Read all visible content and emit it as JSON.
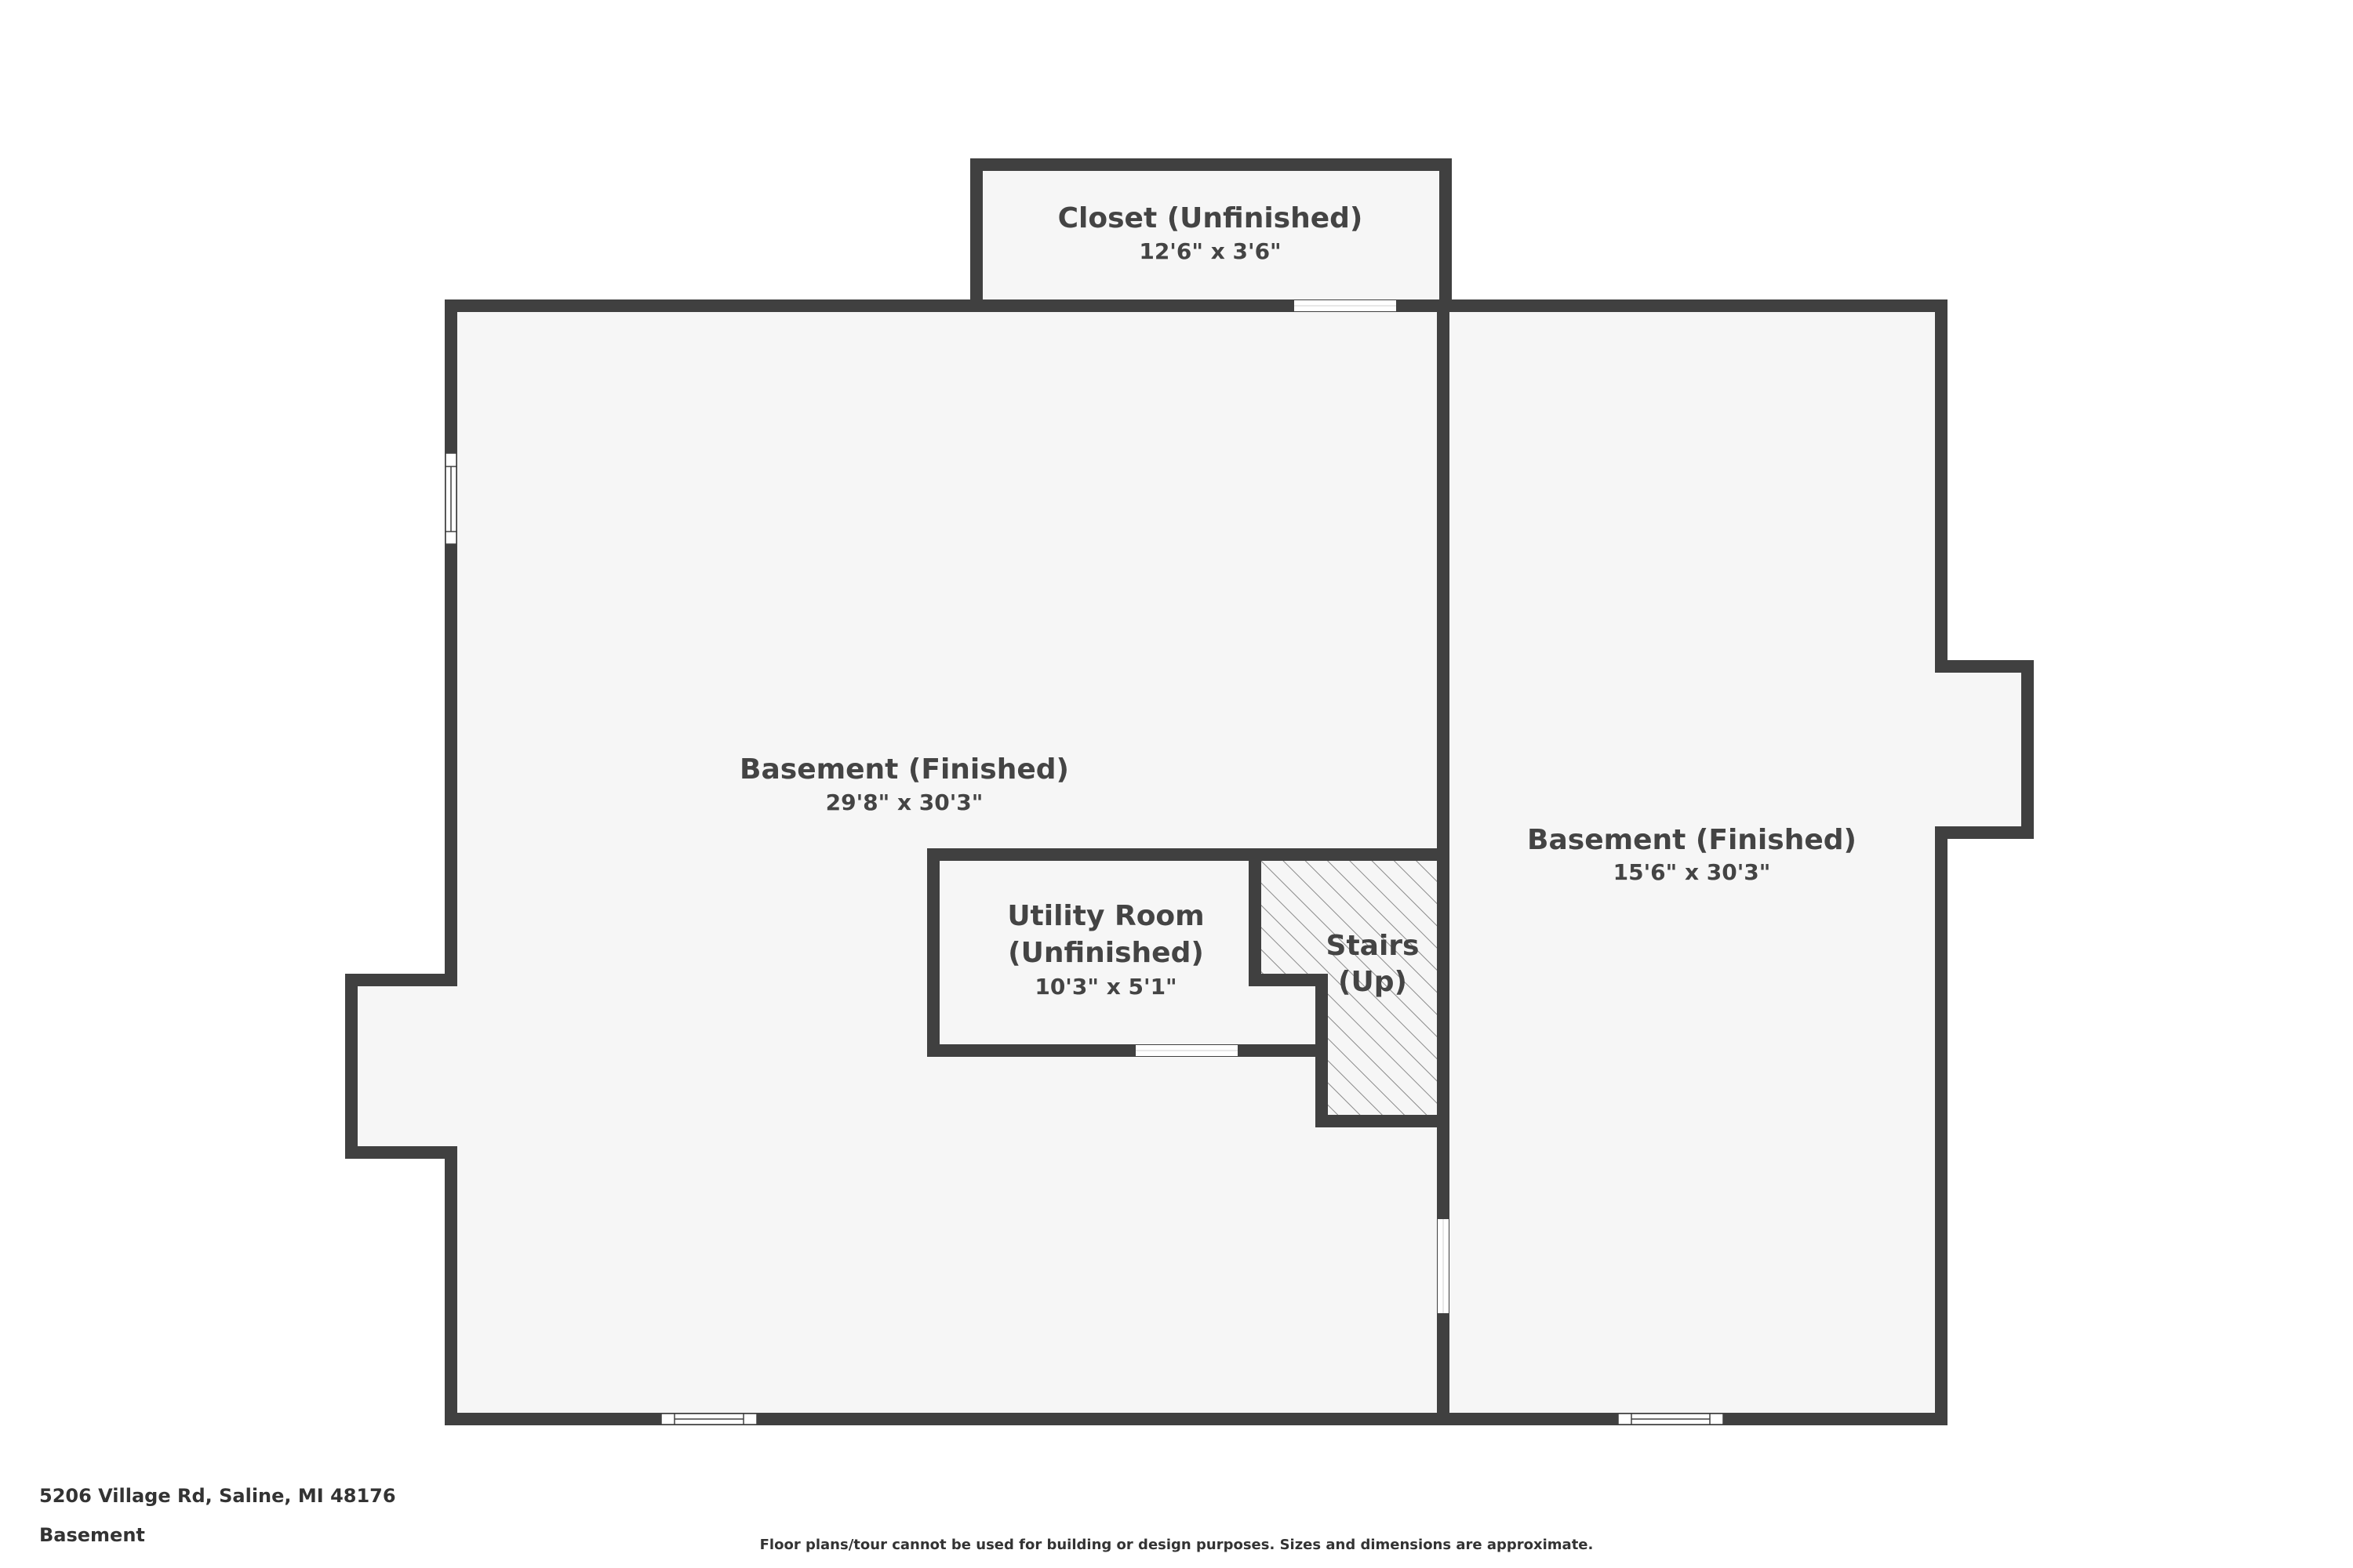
{
  "rooms": {
    "closet": {
      "name": "Closet (Unfinished)",
      "dims": "12'6\" x 3'6\""
    },
    "basement_left": {
      "name": "Basement (Finished)",
      "dims": "29'8\" x 30'3\""
    },
    "basement_right": {
      "name": "Basement (Finished)",
      "dims": "15'6\" x 30'3\""
    },
    "utility": {
      "name_line1": "Utility Room",
      "name_line2": "(Unfinished)",
      "dims": "10'3\" x 5'1\""
    },
    "stairs": {
      "name_line1": "Stairs",
      "name_line2": "(Up)"
    }
  },
  "footer": {
    "address": "5206 Village Rd, Saline, MI 48176",
    "floor": "Basement",
    "disclaimer": "Floor plans/tour cannot be used for building or design purposes. Sizes and dimensions are approximate."
  },
  "colors": {
    "wall": "#404040",
    "floor": "#f6f6f6",
    "text": "#444444"
  }
}
